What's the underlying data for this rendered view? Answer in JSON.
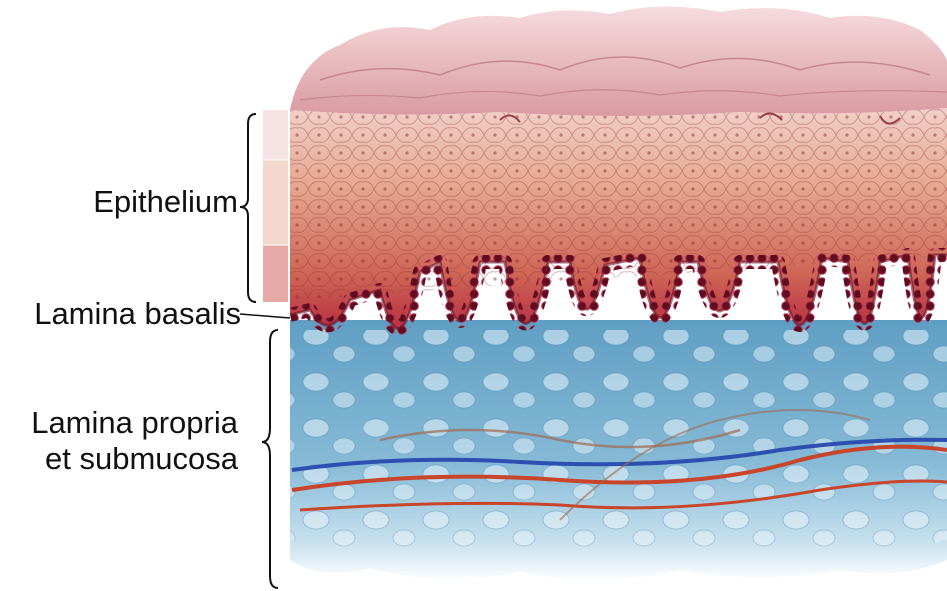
{
  "diagram": {
    "labels": {
      "epithelium": "Epithelium",
      "lamina_basalis": "Lamina basalis",
      "lamina_propria_line1": "Lamina propria",
      "lamina_propria_line2": "et submucosa"
    }
  },
  "colors": {
    "surface": "#e8b8bc",
    "epithelium_upper": "#dc9a86",
    "epithelium_lower": "#c54a44",
    "basal_cells": "#7a1428",
    "connective_tissue": "#6fa7c8",
    "vessel_red": "#c8442a",
    "vessel_blue": "#2c4fb0",
    "brace": "#111111"
  }
}
